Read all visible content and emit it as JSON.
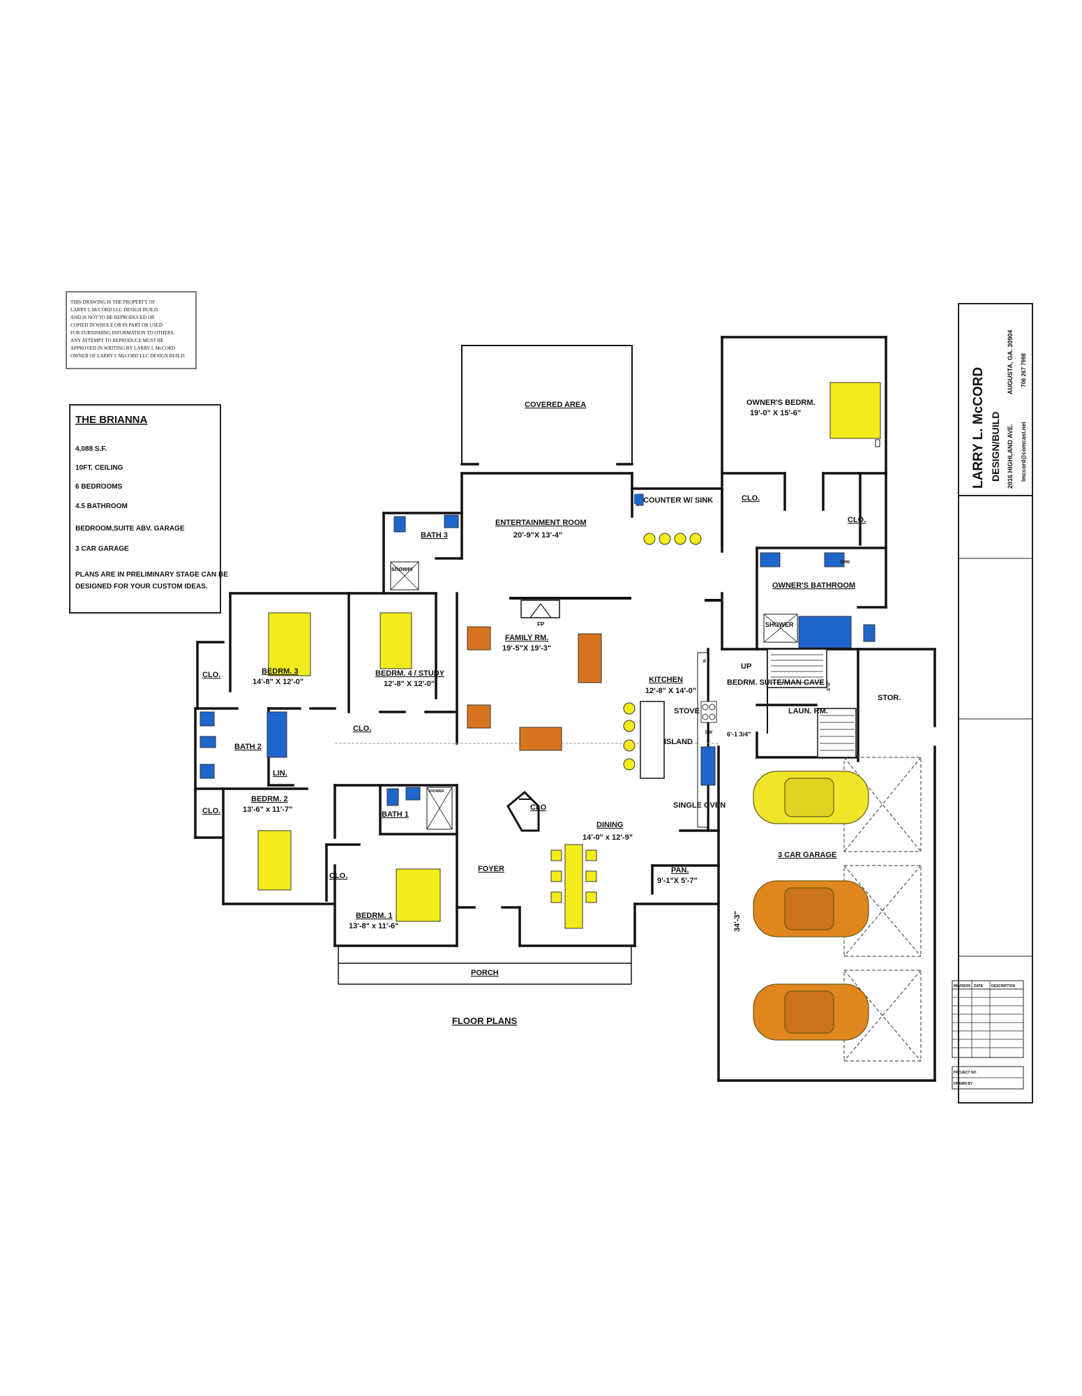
{
  "notice": {
    "lines": [
      "THIS DRAWING IS THE PROPERTY OF",
      "LARRY L McCORD LLC DESIGN BUILD.",
      "AND IS NOT TO BE REPRODUCED OR",
      "COPIED IN WHOLE OR IN PART OR USED",
      "FOR FURNISHING INFORMATION TO OTHERS.",
      "ANY ATTEMPT TO REPRODUCE MUST BE",
      "APPROVED IN WRITING BY LARRY L McCORD",
      "OWNER OF LARRY L McCORD LLC DESIGN BUILD."
    ]
  },
  "plan_info": {
    "title": "THE BRIANNA",
    "sqft": "4,088 S.F.",
    "ceiling": "10FT. CEILING",
    "bedrooms": "6 BEDROOMS",
    "bathrooms": "4.5 BATHROOM",
    "suite": "BEDROOM,SUITE ABV. GARAGE",
    "garage": "3 CAR GARAGE",
    "note_line1": "PLANS ARE IN PRELIMINARY STAGE CAN BE",
    "note_line2": "DESIGNED FOR YOUR CUSTOM IDEAS."
  },
  "rooms": {
    "covered_area": "COVERED AREA",
    "counter_sink": "COUNTER W/ SINK",
    "entertainment": "ENTERTAINMENT ROOM",
    "entertainment_dim": "20'-9\"X 13'-4\"",
    "owners_bedrm": "OWNER'S BEDRM.",
    "owners_bedrm_dim": "19'-0\" X 15'-6\"",
    "clo": "CLO.",
    "clo_plain": "CLO",
    "owners_bath": "OWNER'S BATHROOM",
    "shower_cap": "SHOWER",
    "shower": "shower",
    "shw": "SHW",
    "bath3": "BATH 3",
    "bath2": "BATH 2",
    "bath1": "BATH 1",
    "lin": "LIN.",
    "bedrm3": "BEDRM. 3",
    "bedrm3_dim": "14'-8\" X 12'-0\"",
    "bedrm4": "BEDRM. 4 / STUDY",
    "bedrm4_dim": "12'-8\" X 12'-0\"",
    "bedrm2": "BEDRM. 2",
    "bedrm2_dim": "13'-6\" x 11'-7\"",
    "bedrm1": "BEDRM. 1",
    "bedrm1_dim": "13'-8\" x 11'-6\"",
    "family": "FAMILY RM.",
    "family_dim": "19'-5\"X 19'-3\"",
    "fp": "FP",
    "kitchen": "KITCHEN",
    "kitchen_dim": "12'-8\" X 14'-0\"",
    "stove": "STOVE",
    "island": "ISLAND",
    "single_oven": "SINGLE OVEN",
    "dw": "DW",
    "fridge": "F",
    "up": "UP",
    "suite": "BEDRM. SUITE/MAN CAVE",
    "stor": "STOR.",
    "laun": "LAUN. RM.",
    "stair_dim": "6'-1 3/4\"",
    "stair_dim2": "3'-0\"",
    "dining": "DINING",
    "dining_dim": "14'-0\" x 12'-9\"",
    "foyer": "FOYER",
    "pan": "PAN.",
    "pan_dim": "9'-1\"X 5'-7\"",
    "garage": "3 CAR GARAGE",
    "garage_dim": "34'-3\"",
    "porch": "PORCH"
  },
  "footer": {
    "floor_plans": "FLOOR PLANS"
  },
  "title_block": {
    "name": "LARRY L. McCORD",
    "sub": "DESIGN/BUILD",
    "address": "2016 HIGHLAND AVE.",
    "city": "AUGUSTA, GA. 30904",
    "email": "lmccord@comcast.net",
    "phone": "706 267 7998",
    "rev_col1": "REVISION",
    "rev_col2": "DATE",
    "rev_col3": "DESCRIPTION",
    "project_no": "PROJECT NO",
    "drawn_by": "DRAWN BY"
  },
  "colors": {
    "bed_yellow": "#f3ec1a",
    "sofa_orange": "#d9741e",
    "car_yellow": "#f1e52a",
    "car_orange": "#e0861e",
    "fixture_blue": "#1e66cc",
    "wall": "#111111"
  }
}
